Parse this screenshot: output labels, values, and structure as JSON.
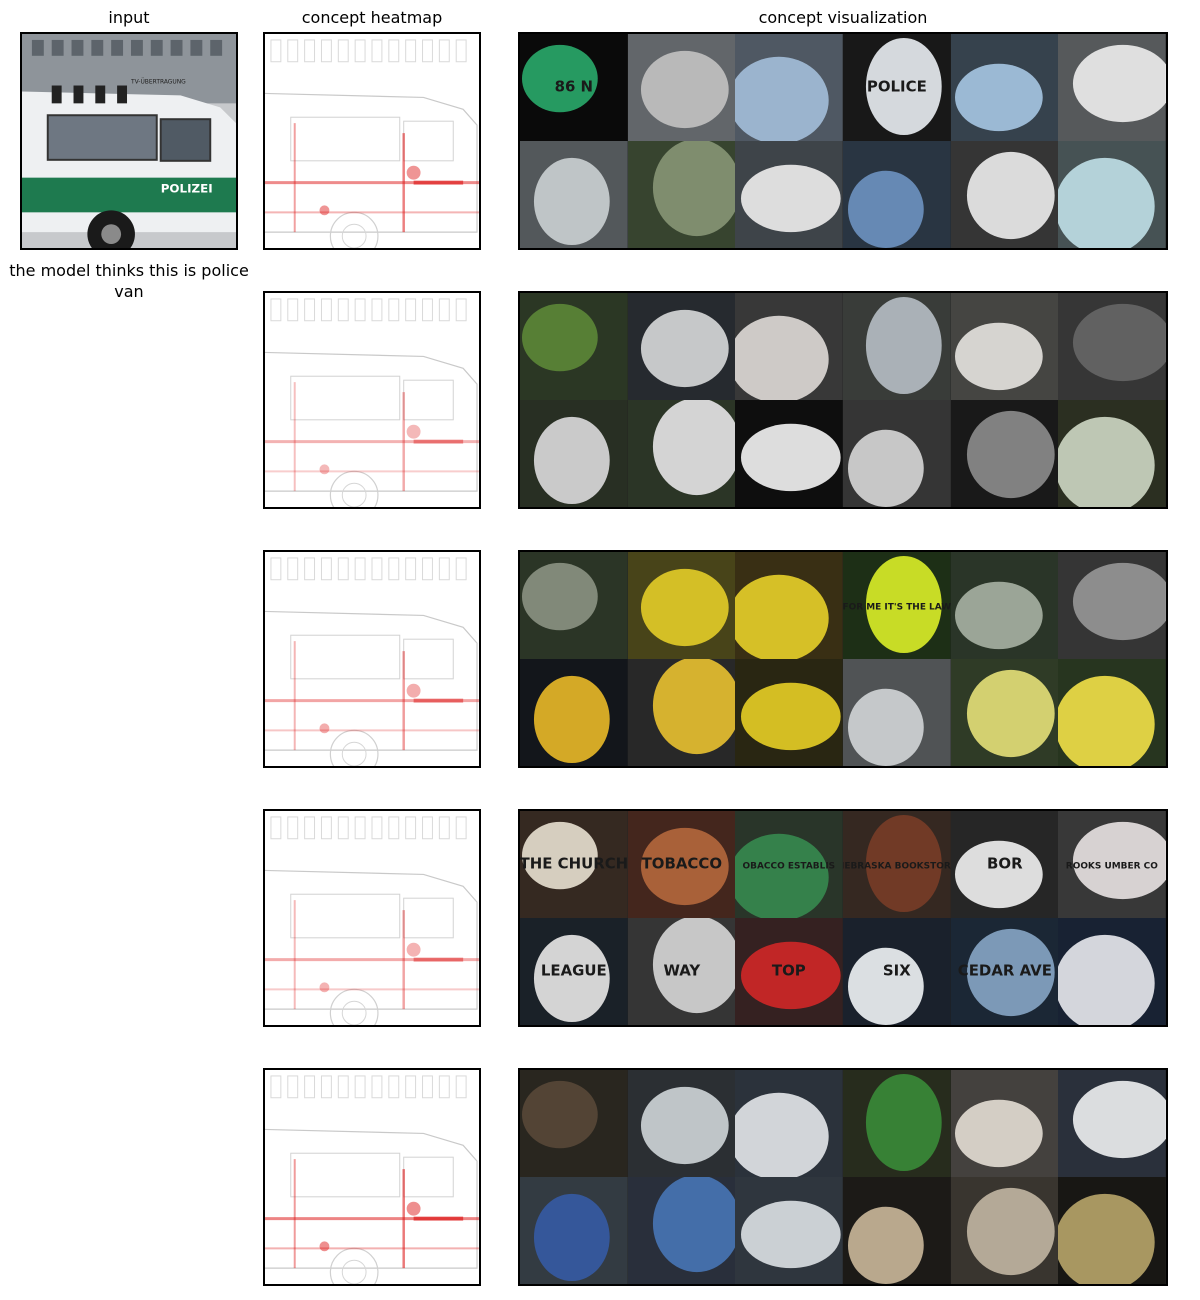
{
  "headers": {
    "input": "input",
    "heatmap": "concept heatmap",
    "visualization": "concept visualization"
  },
  "caption": "the model thinks this is police van",
  "input_image": {
    "van_text_polizei": "POLIZEI",
    "van_text_roof": "TV-ÜBERTRAGUNG"
  },
  "rows": [
    {
      "tiles": [
        {
          "bg": "#0b0b0b",
          "focus": "#2aa86a",
          "text": "86 N"
        },
        {
          "bg": "#6b6f74",
          "focus": "#c9c9c9",
          "text": ""
        },
        {
          "bg": "#56606c",
          "focus": "#a9c4e0",
          "text": ""
        },
        {
          "bg": "#1b1b1b",
          "focus": "#e8ecf0",
          "text": "POLICE"
        },
        {
          "bg": "#3b4854",
          "focus": "#a9c9e6",
          "text": ""
        },
        {
          "bg": "#5e6163",
          "focus": "#f2f2f2",
          "text": ""
        },
        {
          "bg": "#5b6063",
          "focus": "#d0d6d8",
          "text": ""
        },
        {
          "bg": "#3c4a34",
          "focus": "#8a9a78",
          "text": ""
        },
        {
          "bg": "#444a50",
          "focus": "#f0f0f0",
          "text": ""
        },
        {
          "bg": "#2d3a48",
          "focus": "#6f95c4",
          "text": ""
        },
        {
          "bg": "#3a3a3a",
          "focus": "#eeeeee",
          "text": ""
        },
        {
          "bg": "#4c5a5c",
          "focus": "#c4e4ec",
          "text": ""
        }
      ]
    },
    {
      "tiles": [
        {
          "bg": "#2f3c28",
          "focus": "#5f8a3a",
          "text": ""
        },
        {
          "bg": "#2a2e33",
          "focus": "#d7d9db",
          "text": ""
        },
        {
          "bg": "#3d3d3d",
          "focus": "#e0dcd8",
          "text": ""
        },
        {
          "bg": "#3e423e",
          "focus": "#b9c1c7",
          "text": ""
        },
        {
          "bg": "#4b4b48",
          "focus": "#e9e7e2",
          "text": ""
        },
        {
          "bg": "#3b3b3b",
          "focus": "#6a6a6a",
          "text": ""
        },
        {
          "bg": "#2c3327",
          "focus": "#dcdcdc",
          "text": ""
        },
        {
          "bg": "#2f3a2a",
          "focus": "#e6e6e6",
          "text": ""
        },
        {
          "bg": "#101010",
          "focus": "#f0f0f0",
          "text": ""
        },
        {
          "bg": "#3a3a3a",
          "focus": "#d8d8d8",
          "text": ""
        },
        {
          "bg": "#1c1c1c",
          "focus": "#8c8c8c",
          "text": ""
        },
        {
          "bg": "#2f3424",
          "focus": "#cfd8c4",
          "text": ""
        }
      ]
    },
    {
      "tiles": [
        {
          "bg": "#2f3a2a",
          "focus": "#8d9584",
          "text": ""
        },
        {
          "bg": "#4f4a1c",
          "focus": "#e6d02a",
          "text": ""
        },
        {
          "bg": "#3e3316",
          "focus": "#e9d12b",
          "text": ""
        },
        {
          "bg": "#203418",
          "focus": "#d9ef2a",
          "text": "FOR ME IT'S THE LAW"
        },
        {
          "bg": "#2e3a2c",
          "focus": "#a9b4a4",
          "text": ""
        },
        {
          "bg": "#3a3a3a",
          "focus": "#9a9a9a",
          "text": ""
        },
        {
          "bg": "#15181e",
          "focus": "#e7b82a",
          "text": ""
        },
        {
          "bg": "#2c2c2c",
          "focus": "#e9c233",
          "text": ""
        },
        {
          "bg": "#2d2a14",
          "focus": "#e7cf27",
          "text": ""
        },
        {
          "bg": "#575b5d",
          "focus": "#d6dadc",
          "text": ""
        },
        {
          "bg": "#34402a",
          "focus": "#e5e27a",
          "text": ""
        },
        {
          "bg": "#2b3a22",
          "focus": "#f1e24a",
          "text": ""
        }
      ]
    },
    {
      "tiles": [
        {
          "bg": "#3a2d24",
          "focus": "#e9e0d0",
          "text": "THE CHURCH"
        },
        {
          "bg": "#4a2a20",
          "focus": "#b86a3e",
          "text": "TOBACCO"
        },
        {
          "bg": "#2d3a2d",
          "focus": "#3a8c52",
          "text": "OBACCO ESTABLIS"
        },
        {
          "bg": "#3a2c24",
          "focus": "#7b3f2a",
          "text": "NEBRASKA BOOKSTORE"
        },
        {
          "bg": "#2a2a2a",
          "focus": "#f0f0f0",
          "text": "BOR"
        },
        {
          "bg": "#3d3d3d",
          "focus": "#eae4e4",
          "text": "ROOKS UMBER CO"
        },
        {
          "bg": "#1d242c",
          "focus": "#e7e7e7",
          "text": "LEAGUE"
        },
        {
          "bg": "#3a3a3a",
          "focus": "#d8d8d8",
          "text": "WAY"
        },
        {
          "bg": "#3a2424",
          "focus": "#d22a2a",
          "text": "TOP"
        },
        {
          "bg": "#1d2430",
          "focus": "#eef2f6",
          "text": "SIX"
        },
        {
          "bg": "#1e2b3a",
          "focus": "#87a7c7",
          "text": "CEDAR AVE"
        },
        {
          "bg": "#1b2538",
          "focus": "#e6e9ef",
          "text": ""
        }
      ]
    },
    {
      "tiles": [
        {
          "bg": "#2d2a22",
          "focus": "#5b4a3a",
          "text": ""
        },
        {
          "bg": "#2f3438",
          "focus": "#d0d6da",
          "text": ""
        },
        {
          "bg": "#2f3740",
          "focus": "#e4e8ec",
          "text": ""
        },
        {
          "bg": "#2b3020",
          "focus": "#3c8c3a",
          "text": ""
        },
        {
          "bg": "#4a4744",
          "focus": "#e7e0d6",
          "text": ""
        },
        {
          "bg": "#2e3540",
          "focus": "#eef0f2",
          "text": ""
        },
        {
          "bg": "#384048",
          "focus": "#3a5fa8",
          "text": ""
        },
        {
          "bg": "#2d3440",
          "focus": "#4a78b8",
          "text": ""
        },
        {
          "bg": "#343b44",
          "focus": "#dde2e6",
          "text": ""
        },
        {
          "bg": "#1f1d1a",
          "focus": "#c9b79a",
          "text": ""
        },
        {
          "bg": "#3e3a33",
          "focus": "#c4b8a4",
          "text": ""
        },
        {
          "bg": "#1b1a16",
          "focus": "#b7a46a",
          "text": ""
        }
      ]
    }
  ]
}
